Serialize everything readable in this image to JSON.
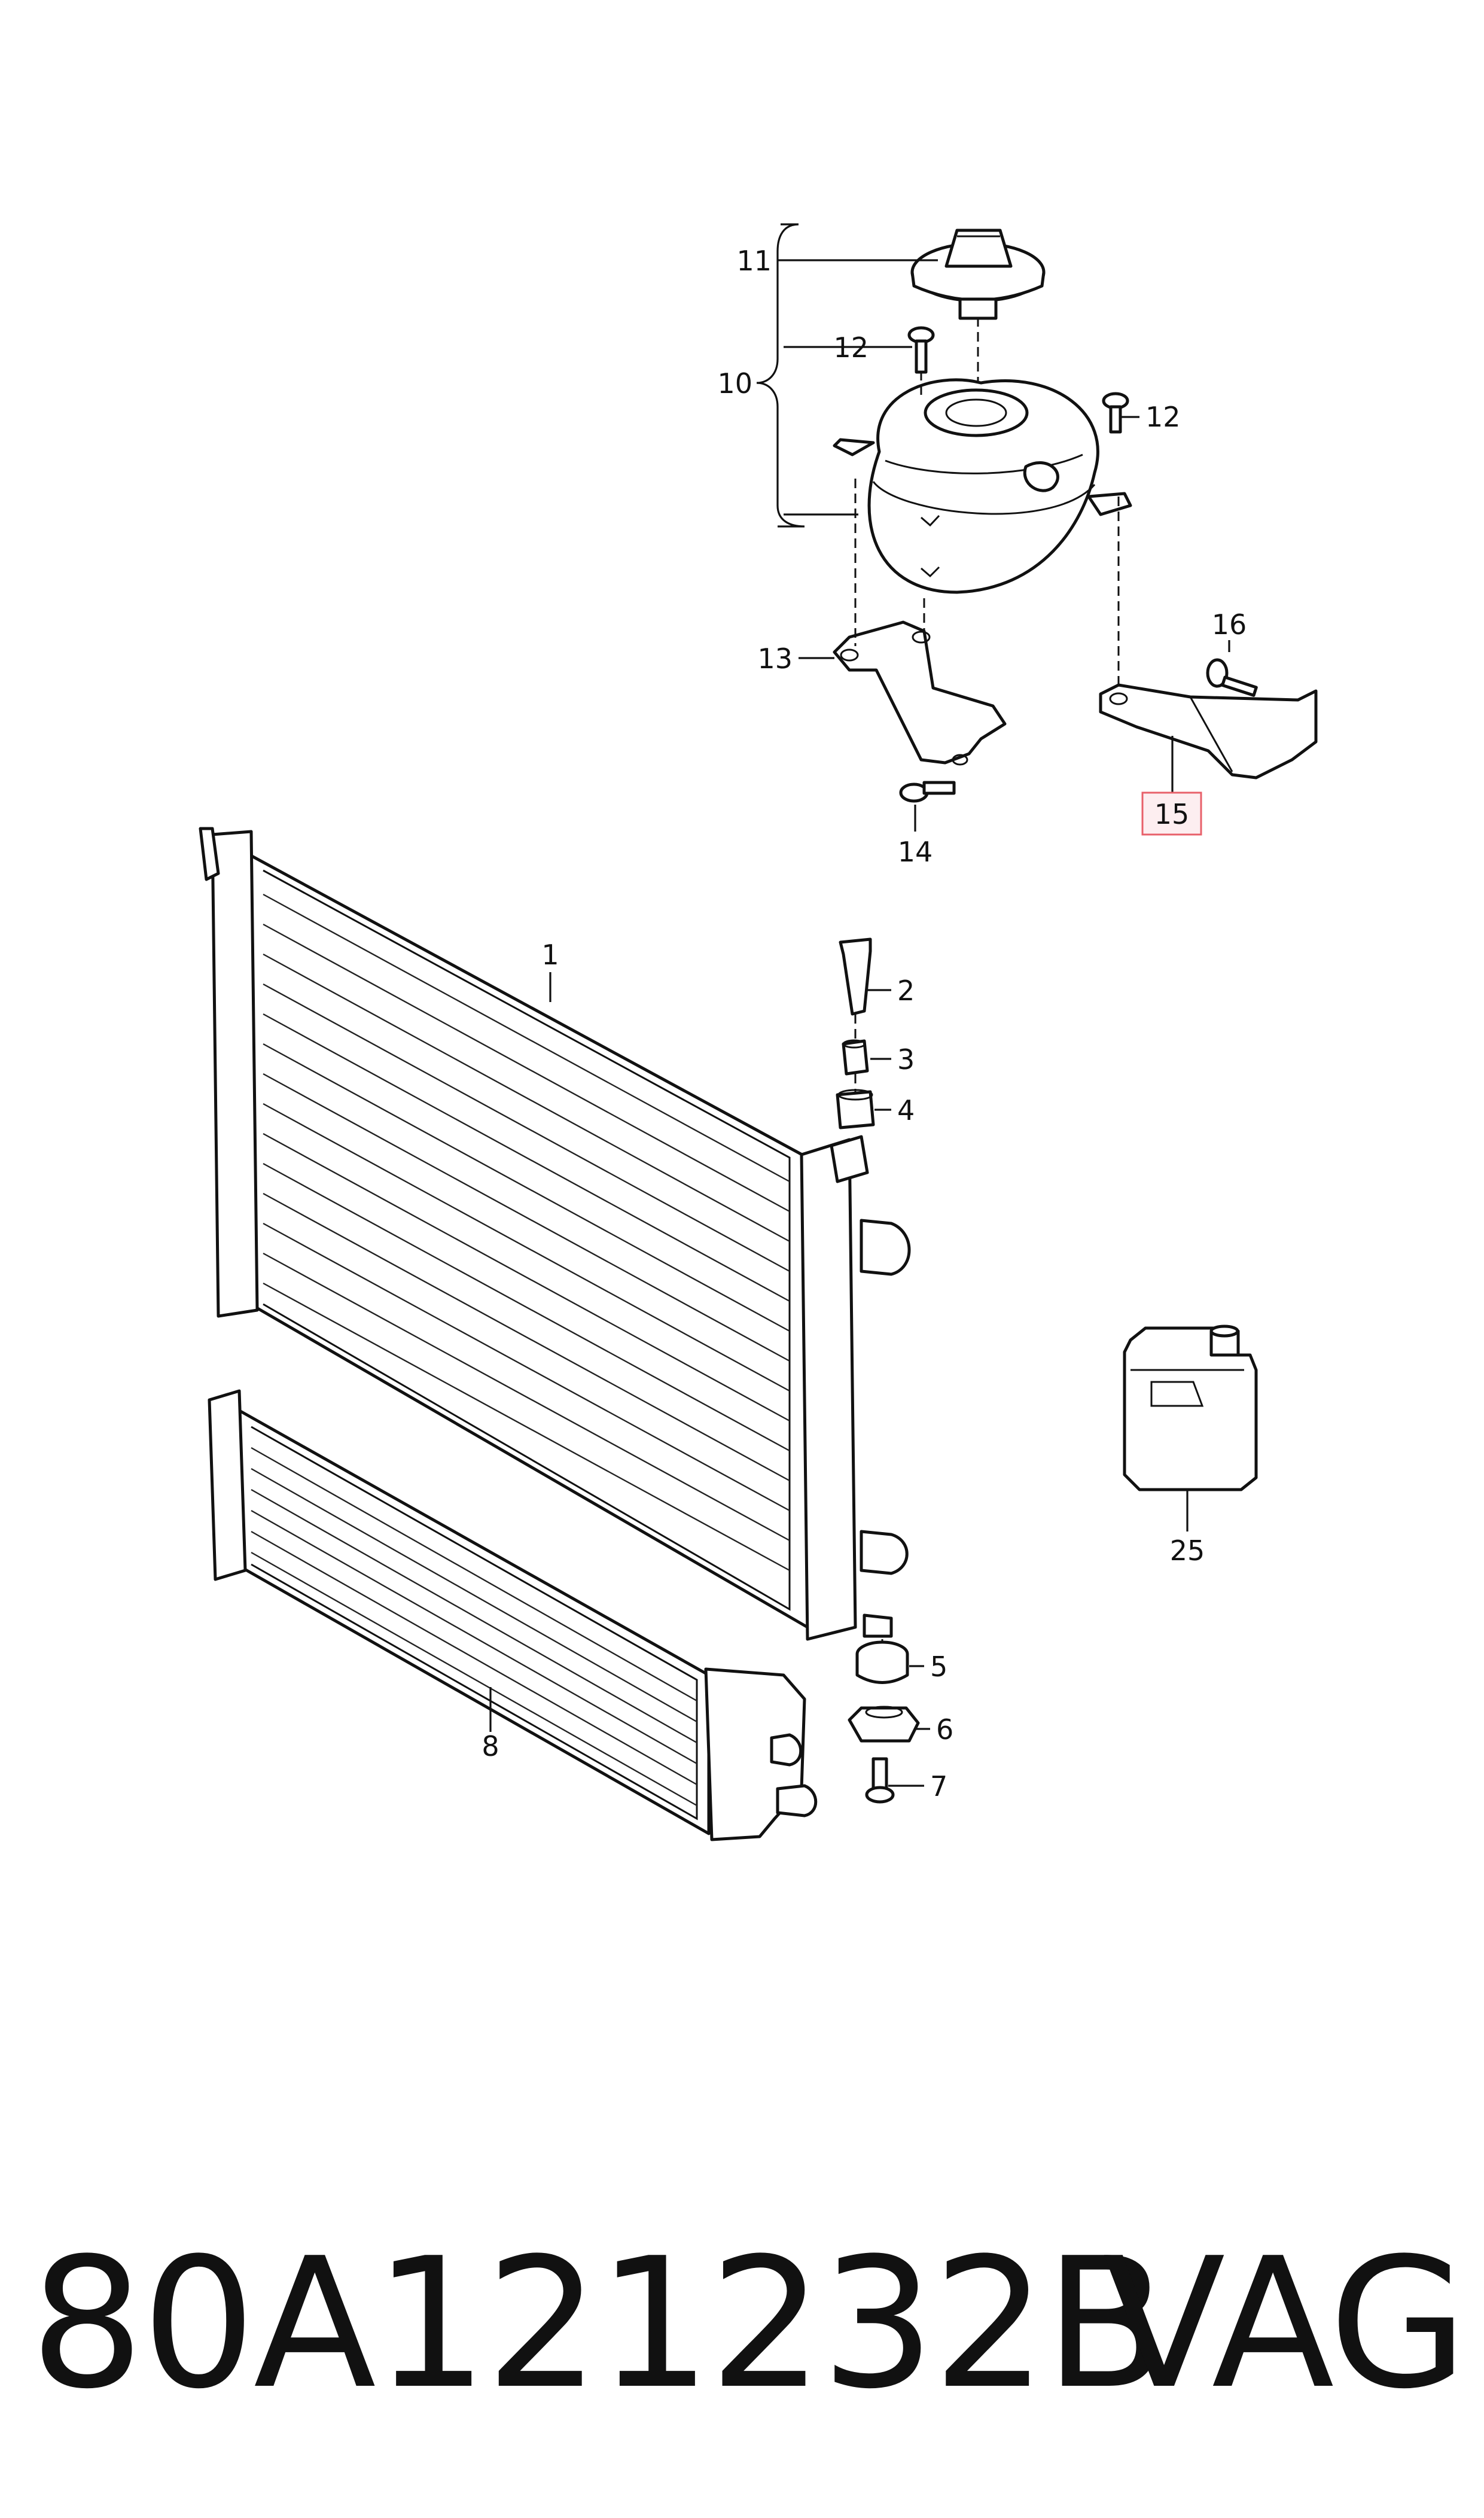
{
  "callouts": {
    "c1": "1",
    "c2": "2",
    "c3": "3",
    "c4": "4",
    "c5": "5",
    "c6": "6",
    "c7": "7",
    "c8": "8",
    "c10": "10",
    "c11": "11",
    "c12a": "12",
    "c12b": "12",
    "c13": "13",
    "c14": "14",
    "c15": "15",
    "c16": "16",
    "c25": "25"
  },
  "highlight": {
    "label": "15",
    "color": "#e8606a"
  },
  "footer": {
    "part_number": "80A121232B",
    "brand": "VAG"
  }
}
